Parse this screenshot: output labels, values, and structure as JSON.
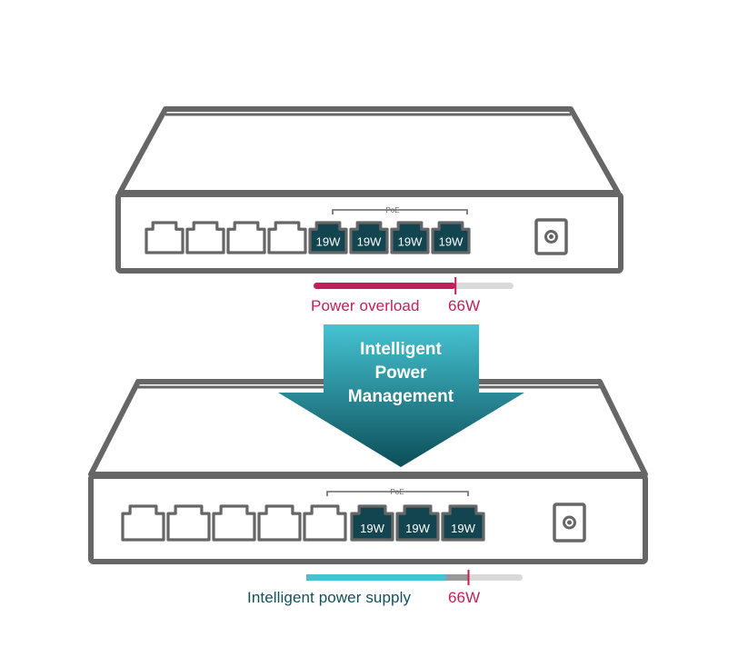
{
  "colors": {
    "outline": "#666666",
    "poe_port": "#124550",
    "overload": "#c21e5c",
    "intelligent": "#46c3d2",
    "track": "#d9d9d9",
    "supply_text": "#12505a",
    "arrow_top": "#46c3d2",
    "arrow_bottom": "#0b4e58"
  },
  "top_switch": {
    "poe_label": "PoE",
    "poe_ports": [
      {
        "watt": "19W"
      },
      {
        "watt": "19W"
      },
      {
        "watt": "19W"
      },
      {
        "watt": "19W"
      }
    ],
    "plain_port_count": 4,
    "power_bar": {
      "fill_fraction": 0.71,
      "limit_fraction": 0.71
    },
    "status_label": "Power overload",
    "limit_label": "66W"
  },
  "arrow": {
    "title_lines": [
      "Intelligent",
      "Power",
      "Management"
    ]
  },
  "bottom_switch": {
    "poe_label": "PoE",
    "poe_ports": [
      {
        "watt": "19W"
      },
      {
        "watt": "19W"
      },
      {
        "watt": "19W"
      }
    ],
    "plain_port_count": 5,
    "power_bar": {
      "fill_fraction": 0.65,
      "limit_fraction": 0.75
    },
    "status_label": "Intelligent power supply",
    "limit_label": "66W"
  }
}
